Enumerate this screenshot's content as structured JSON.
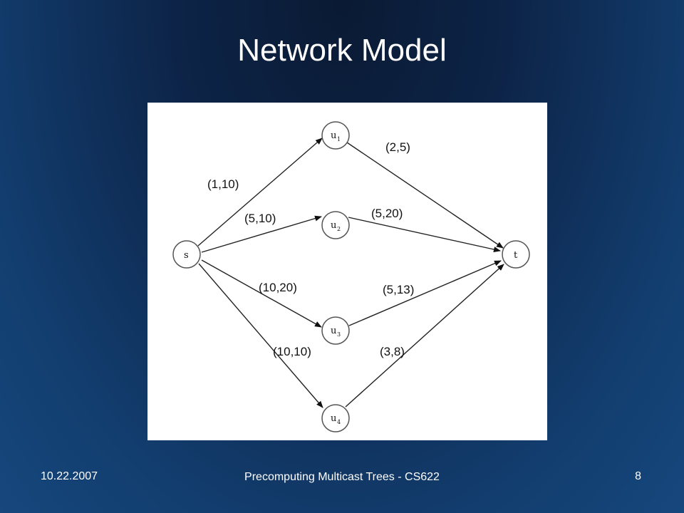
{
  "title": "Network Model",
  "diagram": {
    "nodes": {
      "s": {
        "label": "s",
        "sub": ""
      },
      "u1": {
        "label": "u",
        "sub": "1"
      },
      "u2": {
        "label": "u",
        "sub": "2"
      },
      "u3": {
        "label": "u",
        "sub": "3"
      },
      "u4": {
        "label": "u",
        "sub": "4"
      },
      "t": {
        "label": "t",
        "sub": ""
      }
    },
    "edges": {
      "s_u1": {
        "from": "s",
        "to": "u1",
        "label": "(1,10)"
      },
      "s_u2": {
        "from": "s",
        "to": "u2",
        "label": "(5,10)"
      },
      "s_u3": {
        "from": "s",
        "to": "u3",
        "label": "(10,20)"
      },
      "s_u4": {
        "from": "s",
        "to": "u4",
        "label": "(10,10)"
      },
      "u1_t": {
        "from": "u1",
        "to": "t",
        "label": "(2,5)"
      },
      "u2_t": {
        "from": "u2",
        "to": "t",
        "label": "(5,20)"
      },
      "u3_t": {
        "from": "u3",
        "to": "t",
        "label": "(5,13)"
      },
      "u4_t": {
        "from": "u4",
        "to": "t",
        "label": "(3,8)"
      }
    }
  },
  "footer": {
    "date": "10.22.2007",
    "title": "Precomputing Multicast Trees - CS622",
    "page": "8"
  }
}
